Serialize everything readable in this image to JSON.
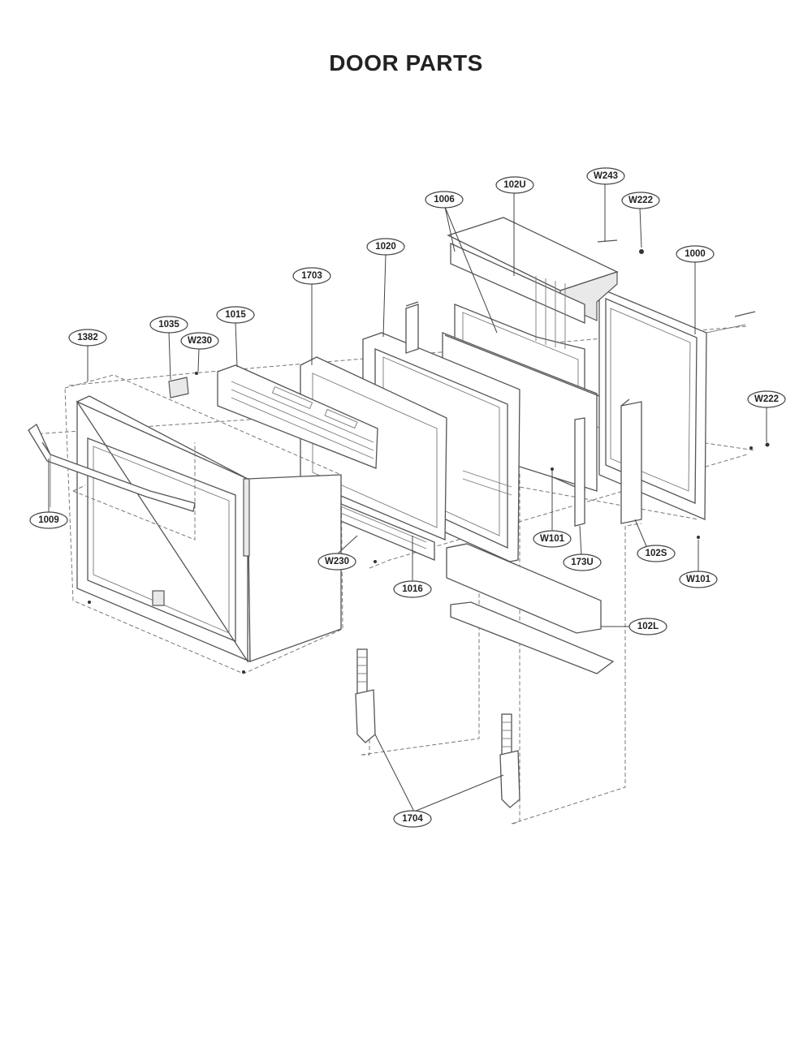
{
  "title": "DOOR PARTS",
  "callouts": [
    {
      "id": "W243",
      "label": "W243"
    },
    {
      "id": "102U",
      "label": "102U"
    },
    {
      "id": "1006",
      "label": "1006"
    },
    {
      "id": "W222-top",
      "label": "W222"
    },
    {
      "id": "1020",
      "label": "1020"
    },
    {
      "id": "1000",
      "label": "1000"
    },
    {
      "id": "1703",
      "label": "1703"
    },
    {
      "id": "1015",
      "label": "1015"
    },
    {
      "id": "1035",
      "label": "1035"
    },
    {
      "id": "W230-top",
      "label": "W230"
    },
    {
      "id": "1382",
      "label": "1382"
    },
    {
      "id": "W222-right",
      "label": "W222"
    },
    {
      "id": "1009",
      "label": "1009"
    },
    {
      "id": "W101-mid",
      "label": "W101"
    },
    {
      "id": "173U",
      "label": "173U"
    },
    {
      "id": "102S",
      "label": "102S"
    },
    {
      "id": "W230-bottom",
      "label": "W230"
    },
    {
      "id": "1016",
      "label": "1016"
    },
    {
      "id": "W101-right",
      "label": "W101"
    },
    {
      "id": "102L",
      "label": "102L"
    },
    {
      "id": "1704",
      "label": "1704"
    }
  ]
}
